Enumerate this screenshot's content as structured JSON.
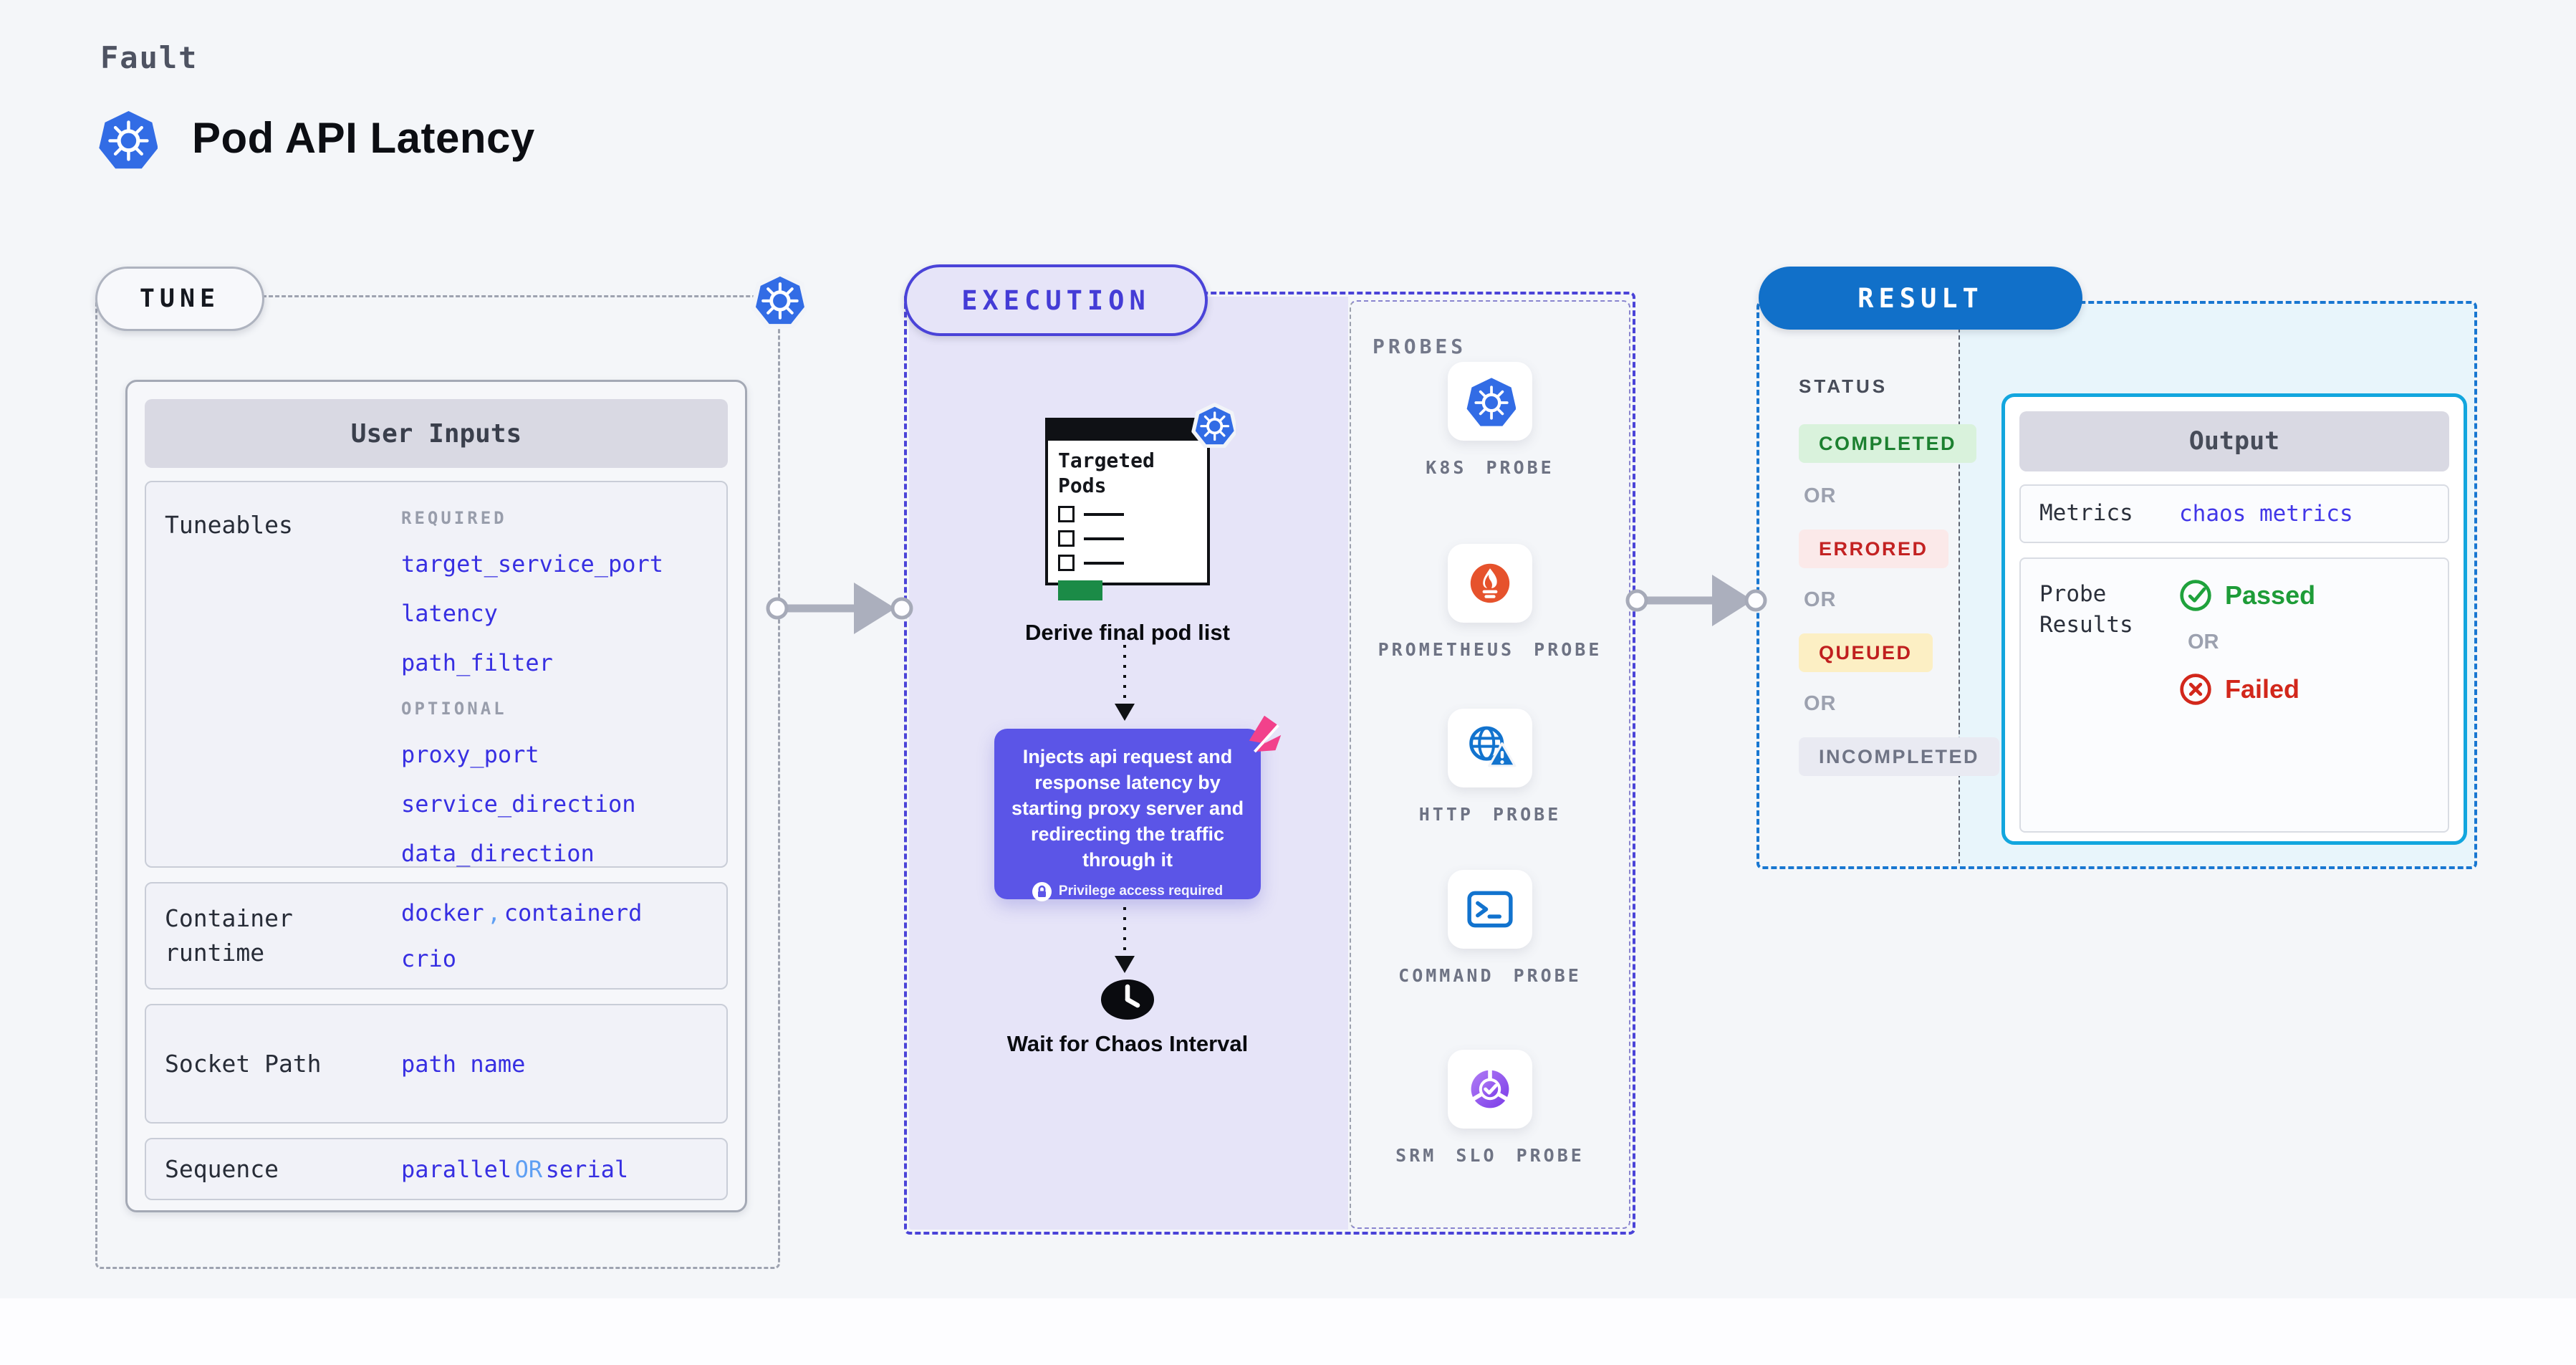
{
  "page": {
    "kicker": "Fault",
    "title": "Pod API Latency"
  },
  "tune": {
    "badge": "TUNE",
    "user_inputs": {
      "header": "User Inputs",
      "tuneables": {
        "label": "Tuneables",
        "required_label": "REQUIRED",
        "required": [
          "target_service_port",
          "latency",
          "path_filter"
        ],
        "optional_label": "OPTIONAL",
        "optional": [
          "proxy_port",
          "service_direction",
          "data_direction"
        ]
      },
      "container_runtime": {
        "label": "Container runtime",
        "value_1": "docker",
        "separator": ",",
        "value_2": "containerd",
        "value_3": "crio"
      },
      "socket_path": {
        "label": "Socket Path",
        "value": "path name"
      },
      "sequence": {
        "label": "Sequence",
        "value_1": "parallel",
        "or": "OR",
        "value_2": "serial"
      }
    }
  },
  "execution": {
    "badge": "EXECUTION",
    "targeted_pods_title": "Targeted Pods",
    "derive_caption": "Derive final pod list",
    "inject_text": "Injects api request and response latency by starting proxy server and redirecting the traffic through it",
    "privilege_note": "Privilege access required",
    "wait_caption": "Wait for Chaos Interval"
  },
  "probes": {
    "label": "PROBES",
    "items": [
      {
        "name": "K8S PROBE",
        "icon": "kubernetes-icon"
      },
      {
        "name": "PROMETHEUS PROBE",
        "icon": "prometheus-icon"
      },
      {
        "name": "HTTP PROBE",
        "icon": "globe-warning-icon"
      },
      {
        "name": "COMMAND PROBE",
        "icon": "terminal-icon"
      },
      {
        "name": "SRM SLO PROBE",
        "icon": "slo-pie-check-icon"
      }
    ]
  },
  "result": {
    "badge": "RESULT",
    "status_label": "STATUS",
    "or_label": "OR",
    "statuses": [
      {
        "label": "COMPLETED",
        "bg": "#D9F2DC",
        "color": "#1C8030"
      },
      {
        "label": "ERRORED",
        "bg": "#FBE9E9",
        "color": "#C32222"
      },
      {
        "label": "QUEUED",
        "bg": "#FCEFC4",
        "color": "#C01F1F"
      },
      {
        "label": "INCOMPLETED",
        "bg": "#E9EAF2",
        "color": "#6F7485"
      }
    ],
    "output": {
      "header": "Output",
      "metrics_label": "Metrics",
      "metrics_value": "chaos metrics",
      "probe_results_label": "Probe Results",
      "passed": "Passed",
      "or_label": "OR",
      "failed": "Failed"
    }
  },
  "colors": {
    "page_bg": "#F4F6F9",
    "tune_border": "#9EA3B0",
    "execution_accent": "#4A43D8",
    "execution_fill": "#E6E4F8",
    "inject_box": "#5B55E7",
    "result_badge": "#1170C9",
    "result_border": "#1877D1",
    "result_fill": "#E8F5FB",
    "output_border": "#12A6DE",
    "value_blue": "#372FE2",
    "value_light_blue": "#5E9FF3",
    "kubernetes_blue": "#326CE5",
    "prometheus_orange": "#E6522C",
    "probe_icon_blue": "#1273CE",
    "chaos_pink": "#F2418B",
    "green_bar": "#1B8B47",
    "passed_green": "#1E9C38",
    "failed_red": "#D2271B",
    "arrow_gray": "#ABAFBD"
  }
}
